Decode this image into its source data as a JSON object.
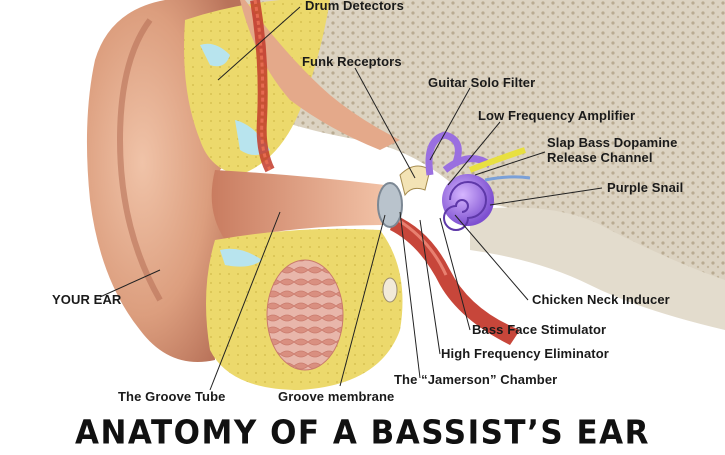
{
  "title": "ANATOMY OF A BASSIST’S EAR",
  "labels": {
    "drum_detectors": "Drum Detectors",
    "funk_receptors": "Funk Receptors",
    "guitar_solo_filter": "Guitar Solo Filter",
    "low_frequency_amplifier": "Low Frequency Amplifier",
    "slap_bass_line1": "Slap Bass Dopamine",
    "slap_bass_line2": "Release Channel",
    "purple_snail": "Purple Snail",
    "your_ear": "YOUR EAR",
    "chicken_neck_inducer": "Chicken Neck Inducer",
    "bass_face_stimulator": "Bass Face Stimulator",
    "high_frequency_eliminator": "High Frequency Eliminator",
    "jamerson_chamber": "The “Jamerson” Chamber",
    "groove_tube": "The Groove Tube",
    "groove_membrane": "Groove membrane"
  },
  "colors": {
    "skin": "#d99a78",
    "fat": "#e9d66a",
    "bone": "#d8cfbd",
    "canal": "#d98a6c",
    "cochlea": "#9a6fe0",
    "nerve": "#e8e040",
    "vessel": "#c23a2a",
    "fluid": "#b8e4ee"
  }
}
